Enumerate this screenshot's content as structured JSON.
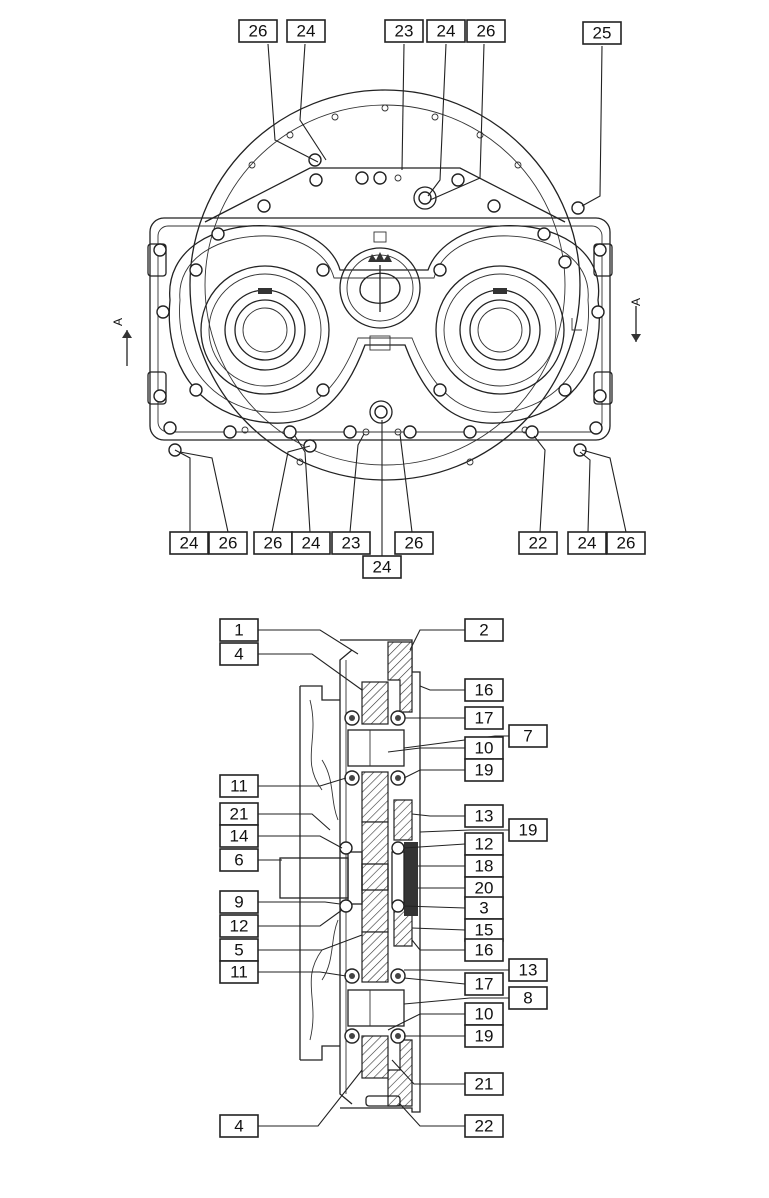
{
  "front_view": {
    "section_marker": "A",
    "callouts": [
      {
        "label": "26"
      },
      {
        "label": "24"
      },
      {
        "label": "23"
      },
      {
        "label": "24"
      },
      {
        "label": "26"
      },
      {
        "label": "25"
      },
      {
        "label": "24"
      },
      {
        "label": "26"
      },
      {
        "label": "26"
      },
      {
        "label": "24"
      },
      {
        "label": "23"
      },
      {
        "label": "26"
      },
      {
        "label": "22"
      },
      {
        "label": "24"
      },
      {
        "label": "26"
      },
      {
        "label": "24"
      }
    ]
  },
  "section_view": {
    "callouts": [
      {
        "label": "1"
      },
      {
        "label": "4"
      },
      {
        "label": "11"
      },
      {
        "label": "21"
      },
      {
        "label": "14"
      },
      {
        "label": "6"
      },
      {
        "label": "9"
      },
      {
        "label": "12"
      },
      {
        "label": "5"
      },
      {
        "label": "11"
      },
      {
        "label": "4"
      },
      {
        "label": "2"
      },
      {
        "label": "16"
      },
      {
        "label": "17"
      },
      {
        "label": "7"
      },
      {
        "label": "10"
      },
      {
        "label": "19"
      },
      {
        "label": "13"
      },
      {
        "label": "19"
      },
      {
        "label": "12"
      },
      {
        "label": "18"
      },
      {
        "label": "20"
      },
      {
        "label": "3"
      },
      {
        "label": "15"
      },
      {
        "label": "16"
      },
      {
        "label": "13"
      },
      {
        "label": "17"
      },
      {
        "label": "8"
      },
      {
        "label": "10"
      },
      {
        "label": "19"
      },
      {
        "label": "21"
      },
      {
        "label": "22"
      }
    ]
  }
}
